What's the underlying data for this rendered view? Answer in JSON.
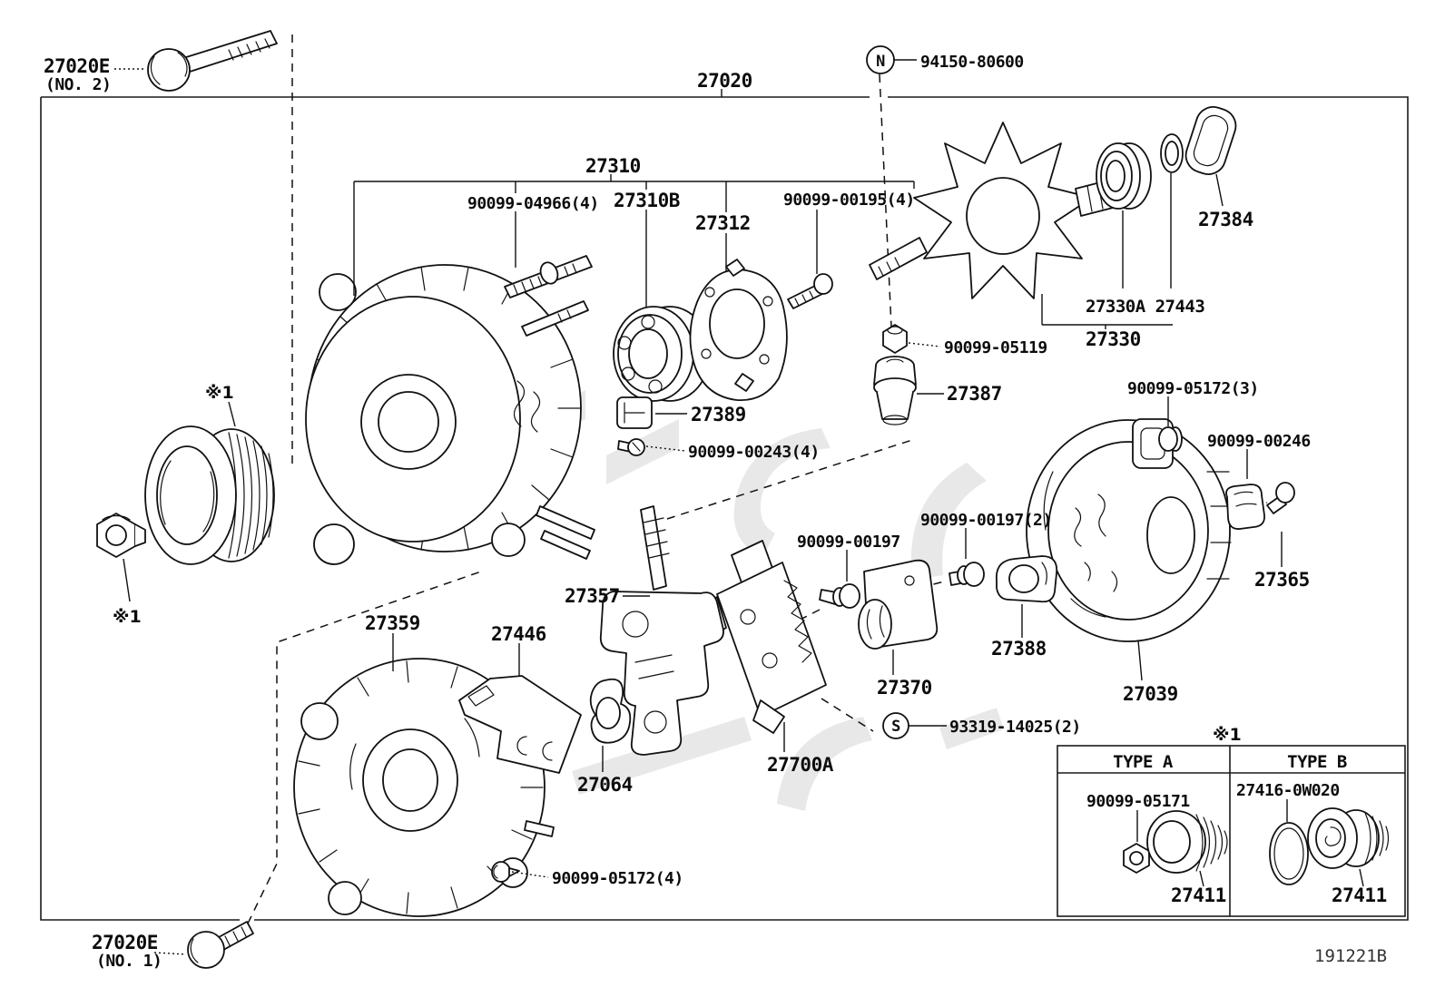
{
  "colors": {
    "line": "#111111",
    "background": "#ffffff",
    "watermark": "#d8d8d8"
  },
  "labels": {
    "bolt_no2": "27020E",
    "bolt_no2_note": "(NO. 2)",
    "bolt_no1": "27020E",
    "bolt_no1_note": "(NO. 1)",
    "alternator_assy": "27020",
    "marker_n": "N",
    "nut_n": "94150-80600",
    "marker_s": "S",
    "screw_s": "93319-14025(2)",
    "ref_mark": "※1",
    "coil_group": "27310",
    "stud_bolt": "90099-04966(4)",
    "bearing_front": "27310B",
    "retainer_plate": "27312",
    "bolt_00195": "90099-00195(4)",
    "bearing_rear_pair": "27330A 27443",
    "rotor_assy": "27330",
    "bearing_cover": "27384",
    "nut_05119": "90099-05119",
    "insulator": "27387",
    "grommet_05172_3": "90099-05172(3)",
    "bolt_00246": "90099-00246",
    "plug": "27365",
    "rear_end_cover": "27039",
    "brush_holder_cover": "27388",
    "bolt_00197_pair": "90099-00197(2)",
    "bolt_00197": "90099-00197",
    "regulator": "27370",
    "rectifier": "27700A",
    "brush_holder": "27357",
    "drive_end_frame": "27359",
    "terminal_bracket": "27446",
    "gasket": "27064",
    "cap": "27389",
    "screw_00243": "90099-00243(4)",
    "screw_05172_4": "90099-05172(4)",
    "drawing_code": "191221B"
  },
  "table": {
    "type_a": "TYPE A",
    "type_b": "TYPE B",
    "nut_a": "90099-05171",
    "pulley_a": "27411",
    "plate_b": "27416-0W020",
    "pulley_b": "27411"
  }
}
